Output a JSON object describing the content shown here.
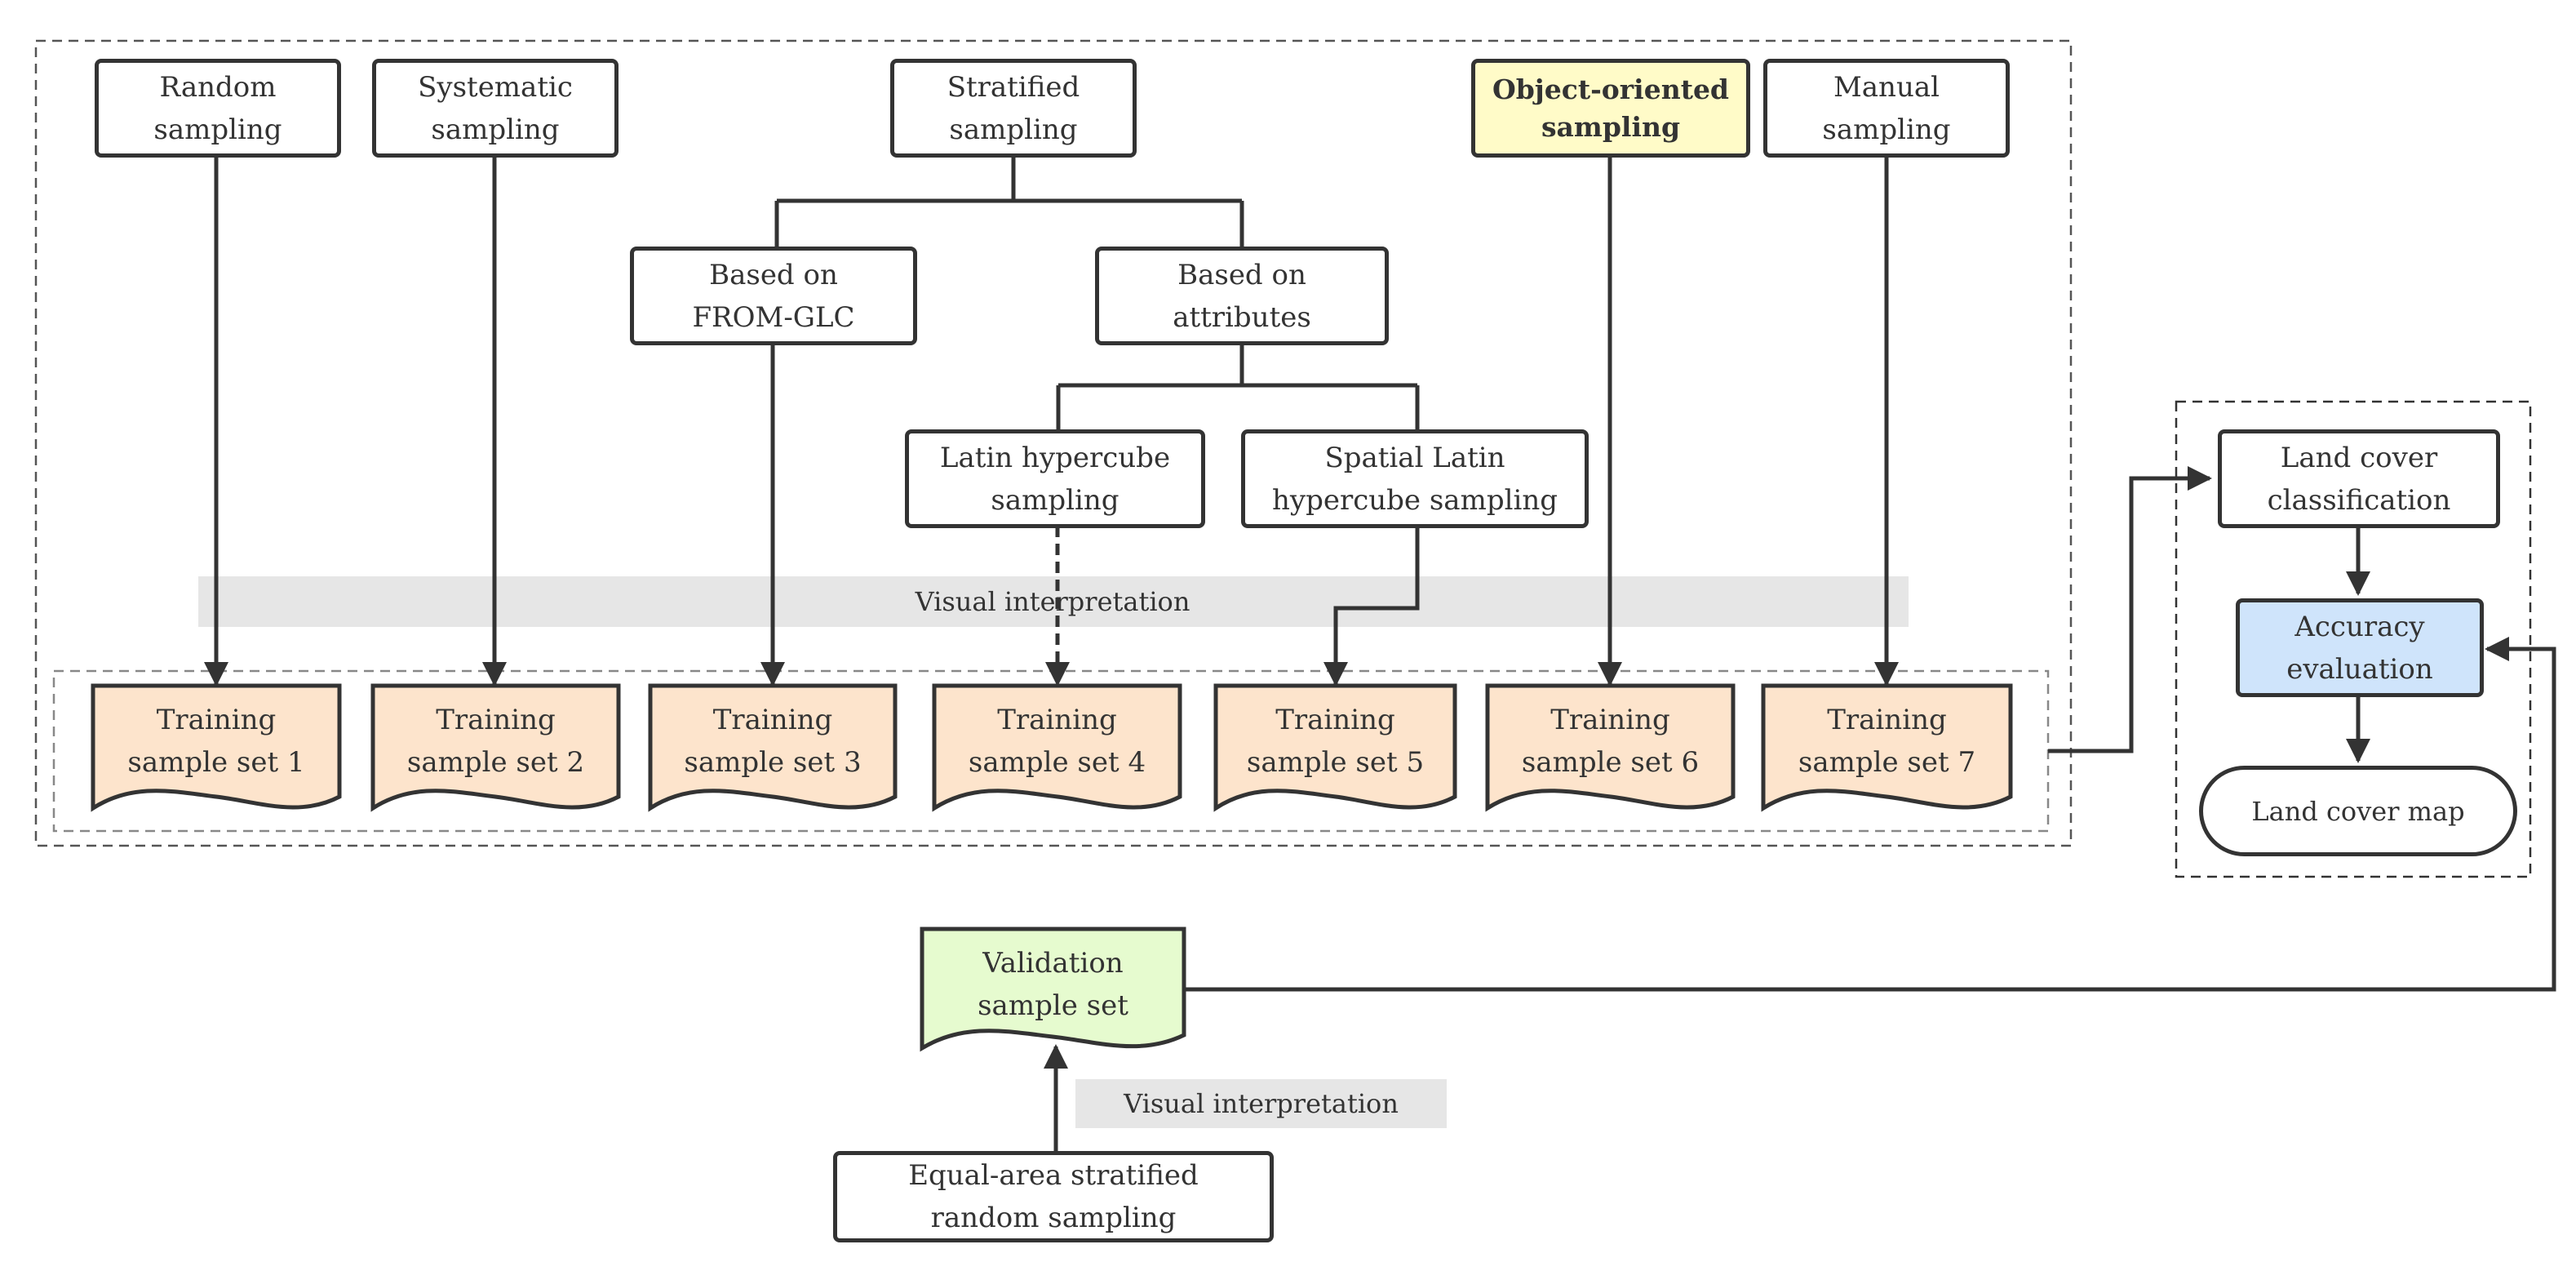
{
  "colors": {
    "stroke": "#333333",
    "dashed": "#888888",
    "band": "#e6e6e6",
    "training_fill": "#fde4cc",
    "validation_fill": "#e6fbcf",
    "object_fill": "#fffbc8",
    "accuracy_fill": "#cfe4fb",
    "white": "#ffffff"
  },
  "sampling_methods": {
    "random": "Random\nsampling",
    "systematic": "Systematic\nsampling",
    "stratified": "Stratified\nsampling",
    "object_oriented": "Object-oriented\nsampling",
    "manual": "Manual\nsampling"
  },
  "stratified_branches": {
    "from_glc": "Based on\nFROM-GLC",
    "attributes": "Based on\nattributes",
    "latin_hypercube": "Latin hypercube\nsampling",
    "spatial_latin_hypercube": "Spatial Latin\nhypercube sampling"
  },
  "bands": {
    "visual_interpretation_top": "Visual interpretation",
    "visual_interpretation_bottom": "Visual interpretation"
  },
  "training_sets": [
    "Training\nsample set 1",
    "Training\nsample set 2",
    "Training\nsample set 3",
    "Training\nsample set 4",
    "Training\nsample set 5",
    "Training\nsample set 6",
    "Training\nsample set 7"
  ],
  "workflow": {
    "classification": "Land cover\nclassification",
    "accuracy": "Accuracy\nevaluation",
    "map": "Land cover map"
  },
  "validation": {
    "set": "Validation\nsample set",
    "sampling": "Equal-area stratified\nrandom sampling"
  }
}
